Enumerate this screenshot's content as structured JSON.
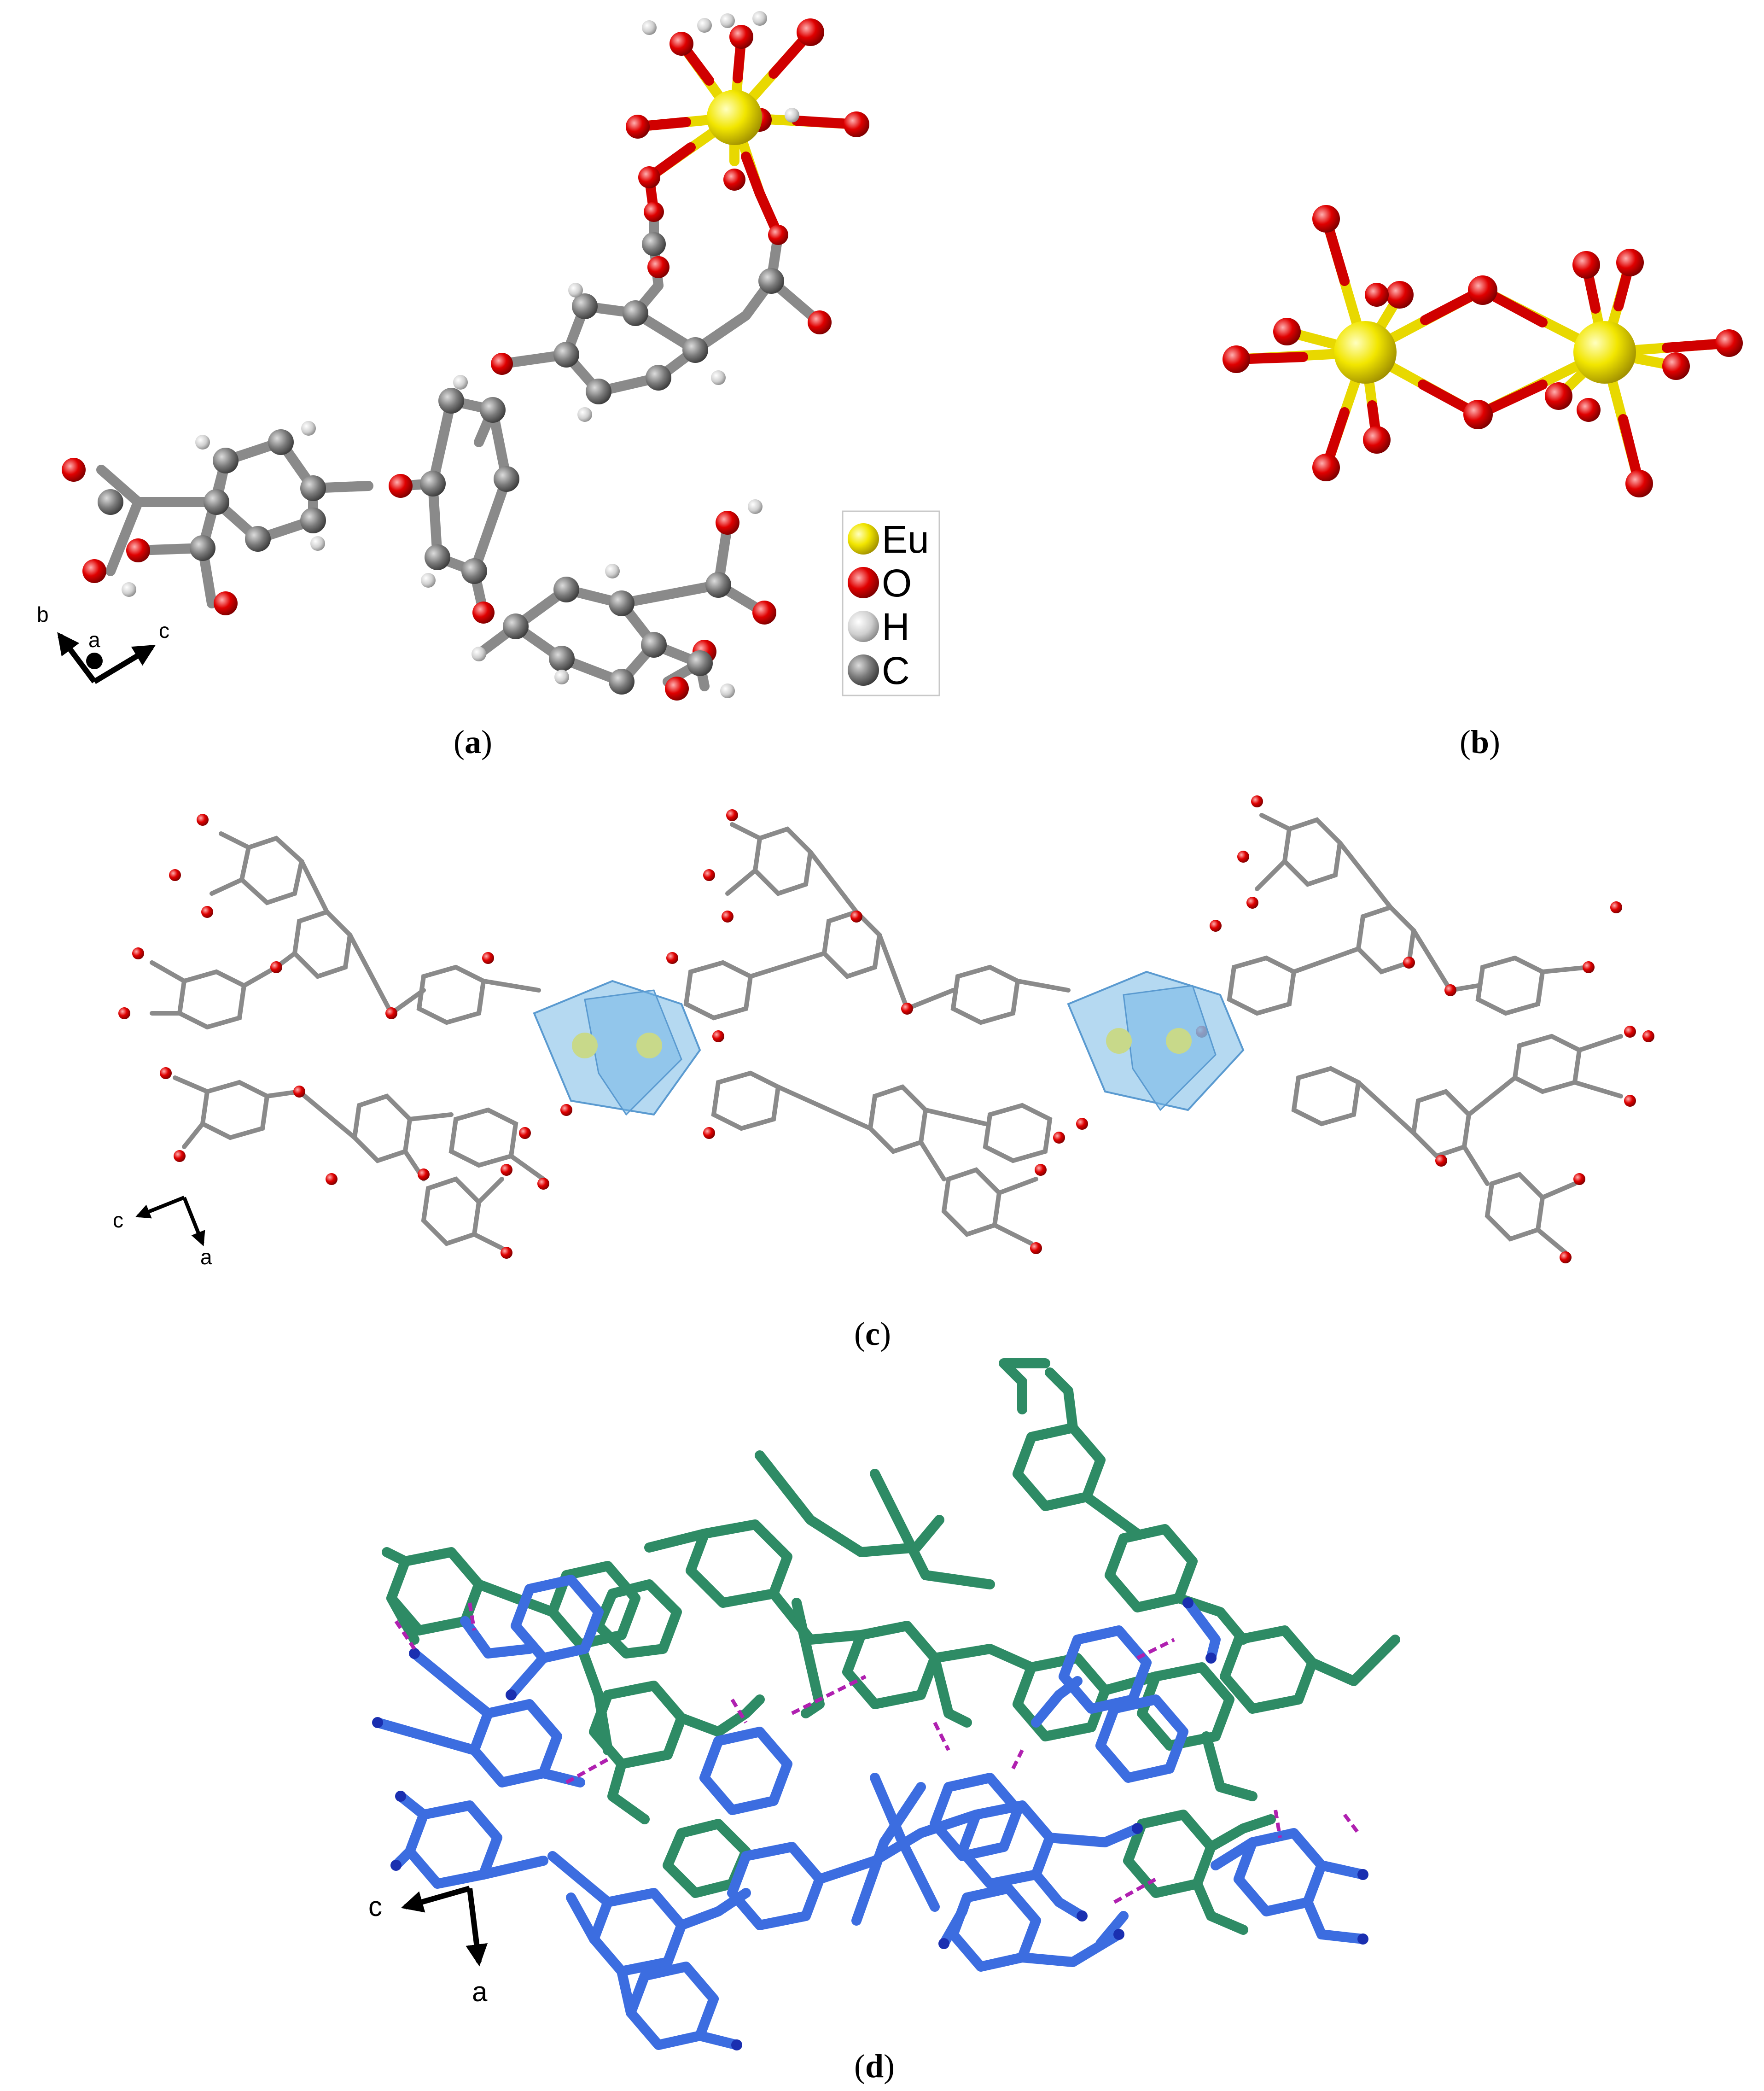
{
  "panels": {
    "a": {
      "open": "(",
      "letter": "a",
      "close": ")"
    },
    "b": {
      "open": "(",
      "letter": "b",
      "close": ")"
    },
    "c": {
      "open": "(",
      "letter": "c",
      "close": ")"
    },
    "d": {
      "open": "(",
      "letter": "d",
      "close": ")"
    }
  },
  "legend": {
    "items": [
      {
        "label": "Eu",
        "color": "#f2e600"
      },
      {
        "label": "O",
        "color": "#e00000"
      },
      {
        "label": "H",
        "color": "#d8d8d8"
      },
      {
        "label": "C",
        "color": "#6e6e6e"
      }
    ]
  },
  "axes": {
    "a": {
      "x": "c",
      "y": "b",
      "z": "a"
    },
    "c": {
      "x": "c",
      "y": "a"
    },
    "d": {
      "x": "c",
      "y": "a"
    }
  },
  "colors": {
    "eu": "#f2e600",
    "oxygen": "#e00000",
    "hydrogen": "#d8d8d8",
    "carbon": "#6e6e6e",
    "bond_grey": "#9a9a9a",
    "polyhedron": "#8ec5ea",
    "chain_green": "#2e8b65",
    "chain_blue": "#3c6de0",
    "hbond": "#b020b0"
  }
}
